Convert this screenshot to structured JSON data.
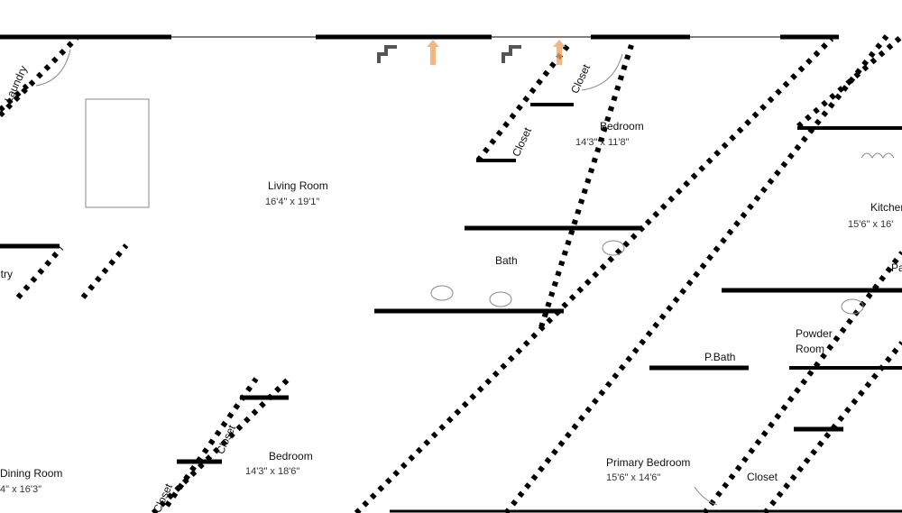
{
  "title": "Floor plan",
  "colors": {
    "wall": "#000000",
    "arrow": "#f4a460",
    "fixture": "#888888"
  },
  "rooms": [
    {
      "name": "Living Room",
      "dims": "16'4\" x 19'1\""
    },
    {
      "name": "Bedroom",
      "dims": "14'3\" x 11'8\""
    },
    {
      "name": "Kitchen",
      "dims": "15'6\" x 16'"
    },
    {
      "name": "Bath"
    },
    {
      "name": "P.Bath"
    },
    {
      "name": "Powder Room"
    },
    {
      "name": "Bedroom",
      "dims": "14'3\" x 18'6\""
    },
    {
      "name": "Dining Room",
      "dims": "4\" x 16'3\""
    },
    {
      "name": "Primary Bedroom",
      "dims": "15'6\" x 14'6\""
    },
    {
      "name": "Closet"
    },
    {
      "name": "Closet"
    },
    {
      "name": "Closet"
    },
    {
      "name": "Closet"
    },
    {
      "name": "Laundry"
    },
    {
      "name": "Pantry"
    },
    {
      "name": "Entry"
    }
  ],
  "icons": [
    "up-arrow-icon",
    "up-arrow-icon",
    "stair-icon",
    "stair-icon"
  ]
}
